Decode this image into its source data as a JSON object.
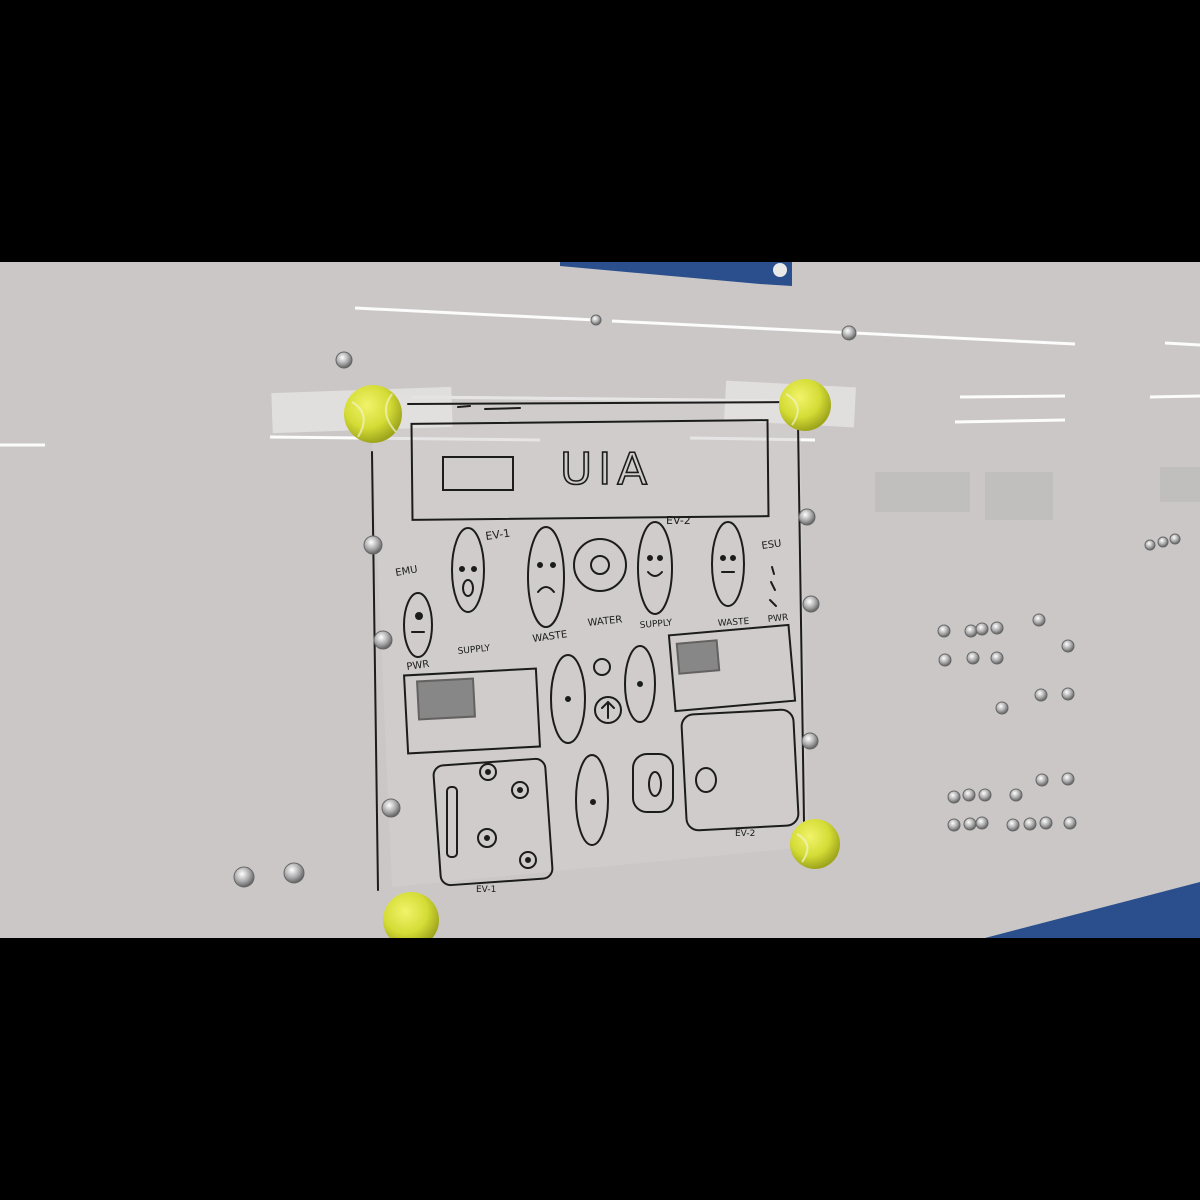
{
  "sketch": {
    "title": "UIA",
    "ev1_label": "EV-1",
    "ev2_label": "EV-2",
    "emu_label": "EMU",
    "esu_label": "ESU",
    "pwr_left_label": "PWR",
    "pwr_right_label": "PWR",
    "supply_left_label": "SUPPLY",
    "waste_left_label": "WASTE",
    "water_label": "WATER",
    "supply_right_label": "SUPPLY",
    "waste_right_label": "WASTE",
    "ev1_bottom_label": "EV-1",
    "ev2_bottom_label": "EV-2"
  },
  "colors": {
    "whiteboard": "#cac7c6",
    "sheet": "#d6d3d2",
    "ink": "#1c1c1c",
    "tennis_ball": "#d7e03a",
    "frame_blue": "#2a4f8c"
  },
  "icons": [
    "tennis-ball",
    "magnet",
    "sad-face",
    "surprised-face",
    "smile-face",
    "neutral-face"
  ]
}
